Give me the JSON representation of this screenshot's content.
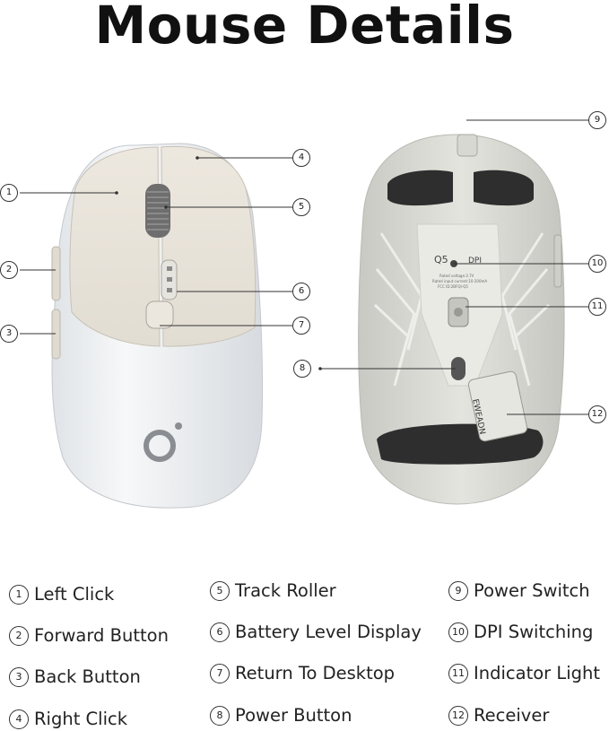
{
  "title": "Mouse Details",
  "callouts": [
    "1",
    "2",
    "3",
    "4",
    "5",
    "6",
    "7",
    "8",
    "9",
    "10",
    "11",
    "12"
  ],
  "legend": [
    {
      "num": "1",
      "label": "Left Click"
    },
    {
      "num": "2",
      "label": "Forward Button"
    },
    {
      "num": "3",
      "label": "Back Button"
    },
    {
      "num": "4",
      "label": "Right Click"
    },
    {
      "num": "5",
      "label": "Track Roller"
    },
    {
      "num": "6",
      "label": "Battery Level Display"
    },
    {
      "num": "7",
      "label": "Return To Desktop"
    },
    {
      "num": "8",
      "label": "Power Button"
    },
    {
      "num": "9",
      "label": "Power Switch"
    },
    {
      "num": "10",
      "label": "DPI Switching"
    },
    {
      "num": "11",
      "label": "Indicator Light"
    },
    {
      "num": "12",
      "label": "Receiver"
    }
  ],
  "bottom_text": {
    "model": "Q5",
    "dpi": "DPI",
    "brand": "EWEADN",
    "rated_voltage": "Rated voltage:3.7V",
    "rated_current": "Rated input current:10-200mA",
    "fcc": "FCC ID:2BFQI-Q5"
  },
  "colors": {
    "top_shell": "#e8e3da",
    "body_shell": "#f2f4f6",
    "bottom_shell": "#dcdcd6",
    "pad": "#2e2e2e"
  }
}
